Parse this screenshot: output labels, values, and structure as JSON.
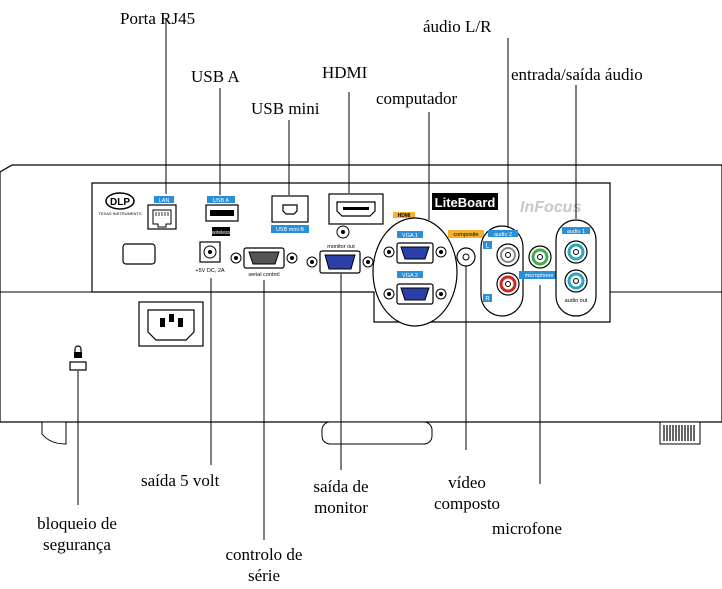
{
  "callouts": {
    "rj45": "Porta RJ45",
    "audio_lr": "áudio L/R",
    "usb_a": "USB A",
    "hdmi": "HDMI",
    "audio_io": "entrada/saída áudio",
    "usb_mini": "USB mini",
    "computer": "computador",
    "out5v": "saída 5 volt",
    "monitor_out_l1": "saída de",
    "monitor_out_l2": "monitor",
    "composite_l1": "vídeo",
    "composite_l2": "composto",
    "microphone": "microfone",
    "lock_l1": "bloqueio de",
    "lock_l2": "segurança",
    "serial_l1": "controlo de",
    "serial_l2": "série"
  },
  "panel": {
    "dlp": "DLP",
    "texas": "TEXAS INSTRUMENTS",
    "lan": "LAN",
    "usb_a": "USB A",
    "wireless": "wireless",
    "usb_mini_b": "USB mini B",
    "hdmi_logo": "HDMI",
    "liteboard": "LiteBoard",
    "infocus": "InFocus",
    "vga1": "VGA 1",
    "vga2": "VGA 2",
    "composite": "composite",
    "audio2": "audio 2",
    "audio1": "audio 1",
    "l": "L",
    "r": "R",
    "microphone": "microphone",
    "audio_out": "audio out",
    "monitor_out": "monitor out",
    "power": "+5V DC, 2A",
    "serial": "serial control"
  },
  "colors": {
    "label_blue": "#2a8fd6",
    "hdmi_yellow": "#f2b22e",
    "rca_green": "#3db04a",
    "rca_teal": "#28a8b8",
    "rca_red": "#d02525"
  }
}
